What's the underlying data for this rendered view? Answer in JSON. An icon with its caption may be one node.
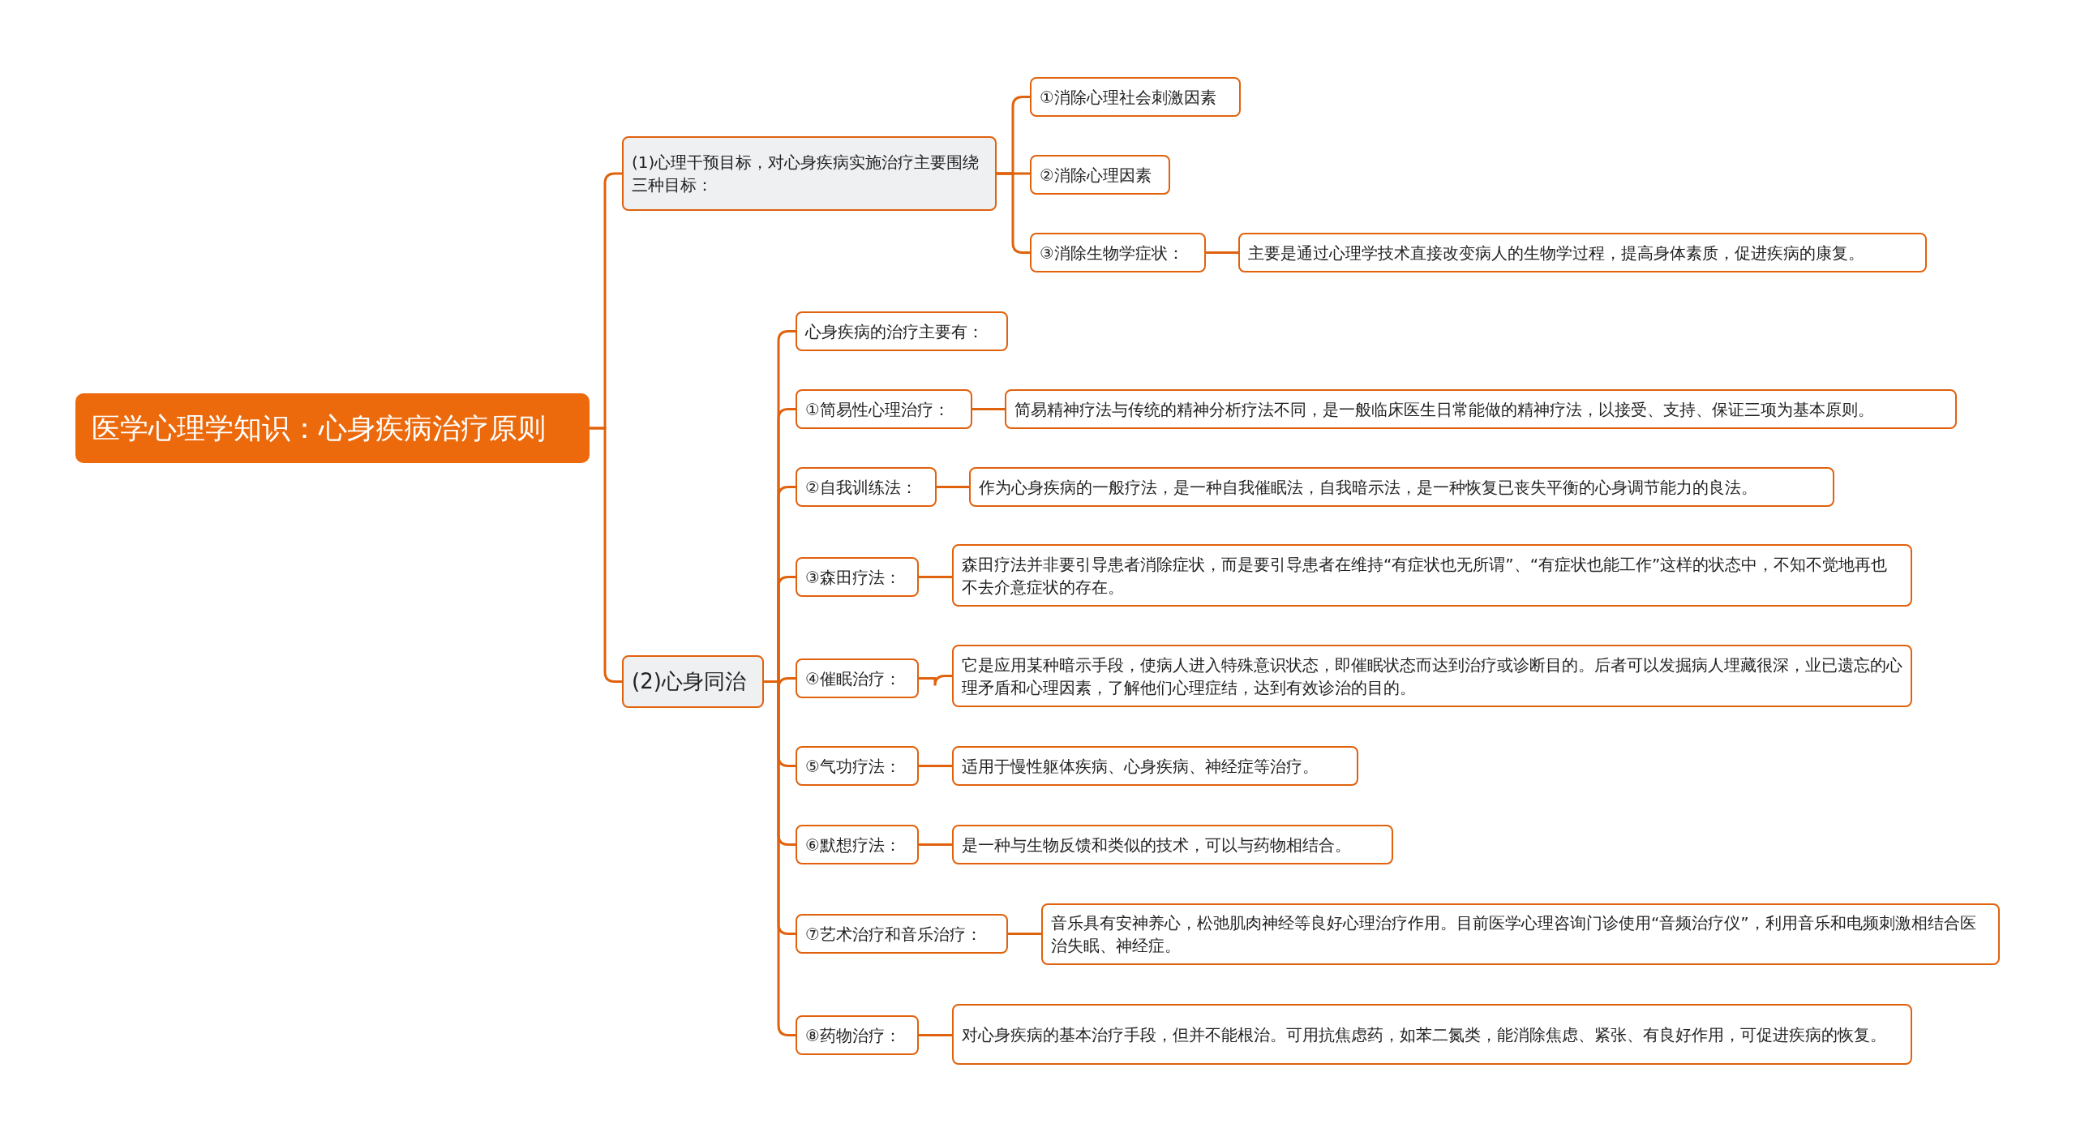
{
  "diagram": {
    "nodes": [
      {
        "text": [
          "医学心理学知识：心身疾病治疗原则"
        ]
      },
      {
        "text": [
          "(1)心理干预目标，对心身疾病实施治疗主要围绕三种目标："
        ]
      },
      {
        "text": [
          "①消除心理社会刺激因素"
        ]
      },
      {
        "text": [
          "②消除心理因素"
        ]
      },
      {
        "text": [
          "③消除生物学症状："
        ]
      },
      {
        "text": [
          "主要是通过心理学技术直接改变病人的生物学过程，提高身体素质，促进疾病的康复。"
        ]
      },
      {
        "text": [
          "(2)心身同治"
        ]
      },
      {
        "text": [
          "心身疾病的治疗主要有："
        ]
      },
      {
        "text": [
          "①简易性心理治疗："
        ]
      },
      {
        "text": [
          "简易精神疗法与传统的精神分析疗法不同，是一般临床医生日常能做的精神疗法，以接受、支持、保证三项为基本原则。"
        ]
      },
      {
        "text": [
          "②自我训练法："
        ]
      },
      {
        "text": [
          "作为心身疾病的一般疗法，是一种自我催眠法，自我暗示法，是一种恢复已丧失平衡的心身调节能力的良法。"
        ]
      },
      {
        "text": [
          "③森田疗法："
        ]
      },
      {
        "text": [
          "森田疗法并非要引导患者消除症状，而是要引导患者在维持“有症状也无所谓”、“有症状也能工作”这样的状态中，不知不觉地再也不去介意症状的存在。"
        ]
      },
      {
        "text": [
          "④催眠治疗："
        ]
      },
      {
        "text": [
          "它是应用某种暗示手段，使病人进入特殊意识状态，即催眠状态而达到治疗或诊断目的。后者可以发掘病人埋藏很深，业已遗忘的心理矛盾和心理因素，了解他们心理症结，达到有效诊治的目的。"
        ]
      },
      {
        "text": [
          "⑤气功疗法："
        ]
      },
      {
        "text": [
          "适用于慢性躯体疾病、心身疾病、神经症等治疗。"
        ]
      },
      {
        "text": [
          "⑥默想疗法："
        ]
      },
      {
        "text": [
          "是一种与生物反馈和类似的技术，可以与药物相结合。"
        ]
      },
      {
        "text": [
          "⑦艺术治疗和音乐治疗："
        ]
      },
      {
        "text": [
          "音乐具有安神养心，松弛肌肉神经等良好心理治疗作用。目前医学心理咨询门诊使用“音频治疗仪”，利用音乐和电频刺激相结合医治失眠、神经症。"
        ]
      },
      {
        "text": [
          "⑧药物治疗："
        ]
      },
      {
        "text": [
          "对心身疾病的基本治疗手段，但并不能根治。可用抗焦虑药，如苯二氮类，能消除焦虑、紧张、有良好作用，可促进疾病的恢复。"
        ]
      }
    ],
    "edges": [
      {
        "from": 0,
        "to": 1,
        "arrow": "none"
      },
      {
        "from": 0,
        "to": 6,
        "arrow": "none"
      },
      {
        "from": 1,
        "to": 2,
        "arrow": "none"
      },
      {
        "from": 1,
        "to": 3,
        "arrow": "none"
      },
      {
        "from": 1,
        "to": 4,
        "arrow": "none"
      },
      {
        "from": 4,
        "to": 5,
        "arrow": "none"
      },
      {
        "from": 6,
        "to": 7,
        "arrow": "none"
      },
      {
        "from": 6,
        "to": 8,
        "arrow": "none"
      },
      {
        "from": 6,
        "to": 10,
        "arrow": "none"
      },
      {
        "from": 6,
        "to": 12,
        "arrow": "none"
      },
      {
        "from": 6,
        "to": 14,
        "arrow": "none"
      },
      {
        "from": 6,
        "to": 16,
        "arrow": "none"
      },
      {
        "from": 6,
        "to": 18,
        "arrow": "none"
      },
      {
        "from": 6,
        "to": 20,
        "arrow": "none"
      },
      {
        "from": 6,
        "to": 22,
        "arrow": "none"
      },
      {
        "from": 8,
        "to": 9,
        "arrow": "none"
      },
      {
        "from": 10,
        "to": 11,
        "arrow": "none"
      },
      {
        "from": 12,
        "to": 13,
        "arrow": "none"
      },
      {
        "from": 14,
        "to": 15,
        "arrow": "none"
      },
      {
        "from": 16,
        "to": 17,
        "arrow": "none"
      },
      {
        "from": 18,
        "to": 19,
        "arrow": "none"
      },
      {
        "from": 20,
        "to": 21,
        "arrow": "none"
      },
      {
        "from": 22,
        "to": 23,
        "arrow": "none"
      }
    ]
  }
}
